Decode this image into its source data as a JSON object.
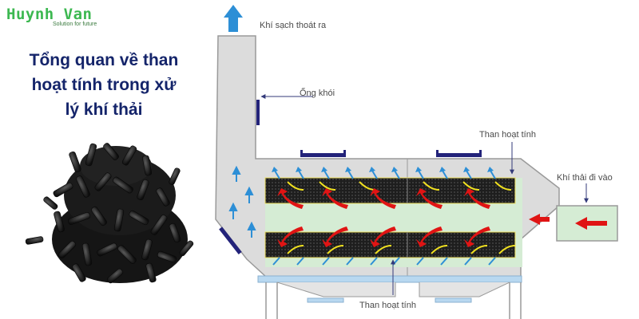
{
  "brand": {
    "name": "Huynh Van",
    "tagline": "Solution for future"
  },
  "title": {
    "line1": "Tổng quan về than",
    "line2": "hoạt tính trong xử",
    "line3": "lý khí thải"
  },
  "labels": {
    "clean_gas": "Khí sạch thoát ra",
    "chimney": "Ống khói",
    "carbon_top": "Than hoạt tính",
    "exhaust_in": "Khí thải đi vào",
    "carbon_bottom": "Than hoạt tính"
  },
  "colors": {
    "housing": "#dcdcdc",
    "outline": "#9a9a9a",
    "carbon": "#222222",
    "channel": "#d5ecd4",
    "accent_blue": "#2d8fd6",
    "hot_red": "#e01414",
    "cool_yellow": "#f0e020",
    "flange": "#23237a"
  }
}
